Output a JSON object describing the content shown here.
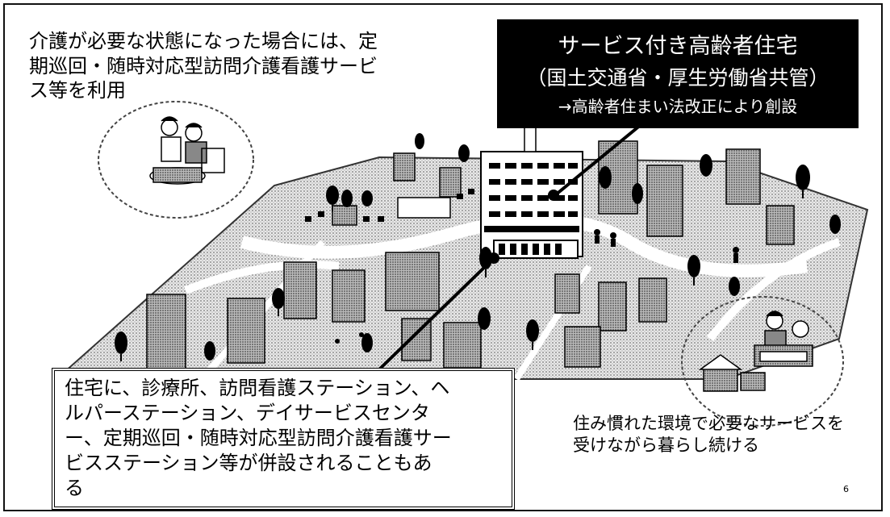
{
  "callouts": {
    "top_left": "介護が必要な状態になった場合には、定期巡回・随時対応型訪問介護看護サービス等を利用",
    "title_box": {
      "line1": "サービス付き高齢者住宅",
      "line2": "（国土交通省・厚生労働省共管）",
      "line3": "→高齢者住まい法改正により創設"
    },
    "bottom_box": {
      "lines": [
        "住宅に、診療所、訪問看護ステーション、ヘ",
        "ルパーステーション、デイサービスセンタ",
        "ー、定期巡回・随時対応型訪問介護看護サー",
        "ビスステーション等が併設されることもあ",
        "る"
      ]
    },
    "bottom_right": {
      "lines": [
        "住み慣れた環境で必要なサービスを",
        "受けながら暮らし続ける"
      ]
    }
  },
  "page_number": "6"
}
